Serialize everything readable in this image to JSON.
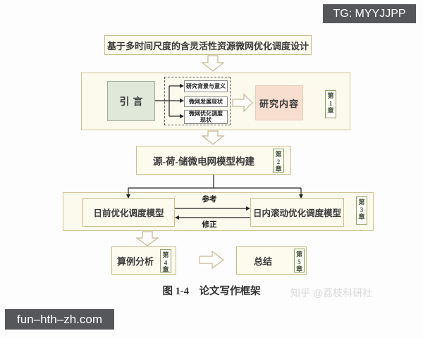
{
  "header": {
    "tg_badge": "TG: MYYJJPP"
  },
  "footer": {
    "site_badge": "fun–hth–zh.com",
    "watermark": "知乎 @荔枝科研社",
    "caption": "图 1-4　论文写作框架"
  },
  "flow": {
    "title": "基于多时间尺度的含灵活性资源微网优化调度设计",
    "intro": "引言",
    "sub_topics": [
      "研究背景与意义",
      "微网发展现状",
      "微网优化调度现状"
    ],
    "research_content": "研究内容",
    "model_box": "源-荷-储微电网模型构建",
    "day_ahead": "日前优化调度模型",
    "intraday": "日内滚动优化调度模型",
    "ref_label": "参考",
    "correct_label": "修正",
    "case_box": "算例分析",
    "summary_box": "总结",
    "chapters": [
      "第1章",
      "第2章",
      "第3章",
      "第4章",
      "第5章"
    ]
  },
  "colors": {
    "box_fill": "#fdfaee",
    "box_border": "#ccbd8b",
    "intro_fill": "#e0e8da",
    "content_fill": "#f7decf",
    "chapter_border": "#8aa065",
    "badge_bg": "#56575a",
    "hollow_arrow_border": "#c8b88e"
  }
}
